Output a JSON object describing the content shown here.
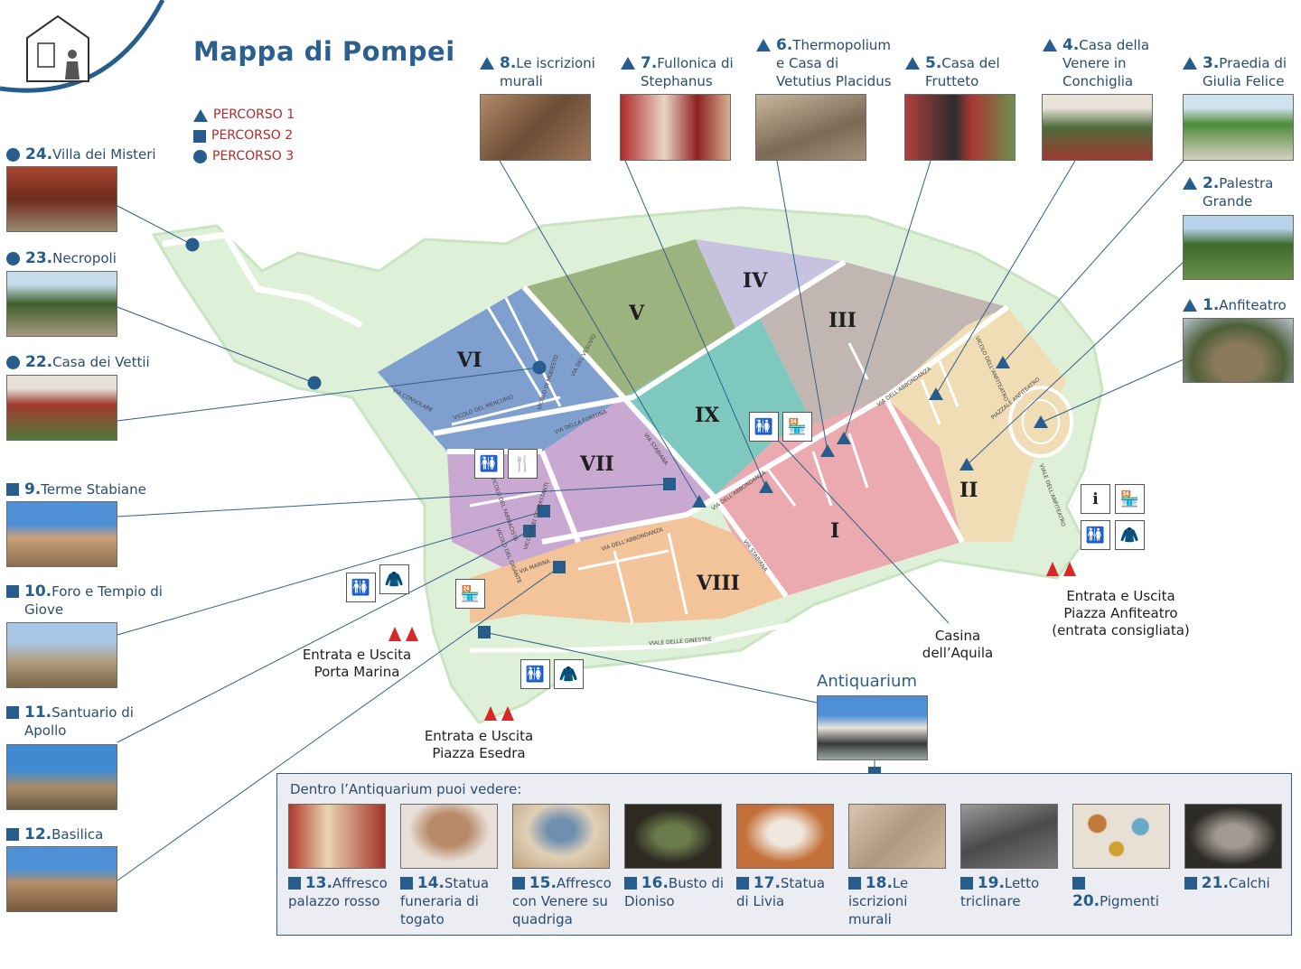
{
  "title": "Mappa di Pompei",
  "legend": [
    {
      "shape": "triangle",
      "label": "PERCORSO 1"
    },
    {
      "shape": "square",
      "label": "PERCORSO 2"
    },
    {
      "shape": "circle",
      "label": "PERCORSO 3"
    }
  ],
  "colors": {
    "route_marker": "#265d8c",
    "legend_text": "#b02a2a",
    "entrance_arrow": "#d62828",
    "title": "#2a5f8f"
  },
  "top_points": [
    {
      "num": "8.",
      "name": "Le iscrizioni murali",
      "route": "triangle"
    },
    {
      "num": "7.",
      "name": "Fullonica di Stephanus",
      "route": "triangle"
    },
    {
      "num": "6.",
      "name": "Thermopolium e Casa di Vetutius Placidus",
      "route": "triangle"
    },
    {
      "num": "5.",
      "name": "Casa del Frutteto",
      "route": "triangle"
    },
    {
      "num": "4.",
      "name": "Casa della Venere in Conchiglia",
      "route": "triangle"
    },
    {
      "num": "3.",
      "name": "Praedia di Giulia Felice",
      "route": "triangle"
    }
  ],
  "right_points": [
    {
      "num": "2.",
      "name": "Palestra Grande",
      "route": "triangle"
    },
    {
      "num": "1.",
      "name": "Anfiteatro",
      "route": "triangle"
    }
  ],
  "left_points": [
    {
      "num": "24.",
      "name": "Villa dei Misteri",
      "route": "circle"
    },
    {
      "num": "23.",
      "name": "Necropoli",
      "route": "circle"
    },
    {
      "num": "22.",
      "name": "Casa dei Vettii",
      "route": "circle"
    },
    {
      "num": "9.",
      "name": "Terme Stabiane",
      "route": "square"
    },
    {
      "num": "10.",
      "name": "Foro e Tempio di Giove",
      "route": "square"
    },
    {
      "num": "11.",
      "name": "Santuario di Apollo",
      "route": "square"
    },
    {
      "num": "12.",
      "name": "Basilica",
      "route": "square"
    }
  ],
  "districts": [
    "I",
    "II",
    "III",
    "IV",
    "V",
    "VI",
    "VII",
    "VIII",
    "IX"
  ],
  "streets": [
    "VIA CONSOLARE",
    "VICOLO DEL MERCURIO",
    "VIA DEL VESUVIO",
    "VICOLO DI MODESTO",
    "VIA DELLA FORTUNA",
    "VIA STABIANA",
    "VICOLO DEL FARMACISTA",
    "VICOLO DEI SOPRASTANTI",
    "VICOLO DEL GIGANTE",
    "VIA MARINA",
    "VIA DELL'ABBONDANZA",
    "VIA DELL'ABBONDANZA",
    "VIA STABIANA",
    "VIA DELL'ABBONDANZA",
    "VICOLO DELL'ANFITEATRO",
    "PIAZZALE ANFITEATRO",
    "VIALE DELL'ANFITEATRO",
    "VIALE DELLE GINESTRE"
  ],
  "entrances": [
    {
      "label": "Entrata e Uscita Porta Marina"
    },
    {
      "label": "Entrata e Uscita Piazza Esedra"
    },
    {
      "label": "Entrata e Uscita Piazza Anfiteatro (entrata consigliata)"
    }
  ],
  "casina": "Casina dell’Aquila",
  "antiquarium": {
    "title": "Antiquarium",
    "header": "Dentro l’Antiquarium puoi vedere:",
    "items": [
      {
        "num": "13.",
        "name": "Affresco palazzo rosso"
      },
      {
        "num": "14.",
        "name": "Statua funeraria di togato"
      },
      {
        "num": "15.",
        "name": "Affresco con Venere su quadriga"
      },
      {
        "num": "16.",
        "name": "Busto di Dioniso"
      },
      {
        "num": "17.",
        "name": "Statua di Livia"
      },
      {
        "num": "18.",
        "name": "Le iscrizioni murali"
      },
      {
        "num": "19.",
        "name": "Letto triclinare"
      },
      {
        "num": "20.",
        "name": "Pigmenti"
      },
      {
        "num": "21.",
        "name": "Calchi"
      }
    ]
  },
  "icons": [
    "museum-house-logo",
    "info-point-icon",
    "restroom-icon",
    "shop-icon",
    "cloakroom-icon",
    "dining-icon",
    "bookshop-icon"
  ]
}
